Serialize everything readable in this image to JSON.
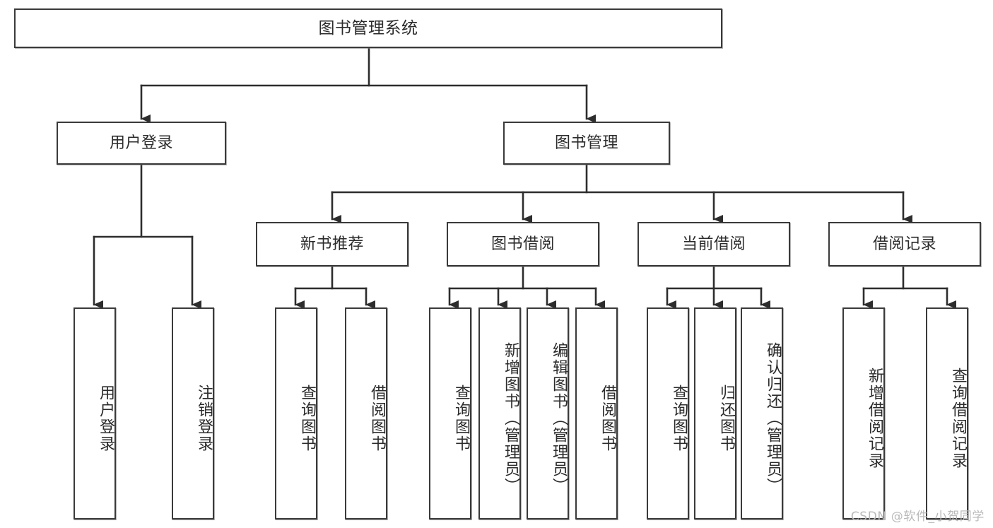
{
  "diagram": {
    "type": "tree",
    "title": "图书管理系统",
    "root": {
      "label": "图书管理系统"
    },
    "level1": [
      {
        "label": "用户登录"
      },
      {
        "label": "图书管理"
      }
    ],
    "level2": [
      {
        "label": "新书推荐"
      },
      {
        "label": "图书借阅"
      },
      {
        "label": "当前借阅"
      },
      {
        "label": "借阅记录"
      }
    ],
    "leaves": {
      "user_login": [
        {
          "label": "用户登录"
        },
        {
          "label": "注销登录"
        }
      ],
      "new_book_recommend": [
        {
          "label": "查询图书"
        },
        {
          "label": "借阅图书"
        }
      ],
      "book_borrow": [
        {
          "label": "查询图书"
        },
        {
          "label": "新增图书（管理员）"
        },
        {
          "label": "编辑图书（管理员）"
        },
        {
          "label": "借阅图书"
        }
      ],
      "current_borrow": [
        {
          "label": "查询图书"
        },
        {
          "label": "归还图书"
        },
        {
          "label": "确认归还（管理员）"
        }
      ],
      "borrow_record": [
        {
          "label": "新增借阅记录"
        },
        {
          "label": "查询借阅记录"
        }
      ]
    }
  },
  "watermark": {
    "text": "CSDN @软件_小贺同学"
  },
  "colors": {
    "box_border": "#3a3a3a",
    "box_fill": "#ffffff",
    "wire": "#2d2d2d",
    "text": "#2b2b2b",
    "watermark": "#b9b9b9"
  }
}
